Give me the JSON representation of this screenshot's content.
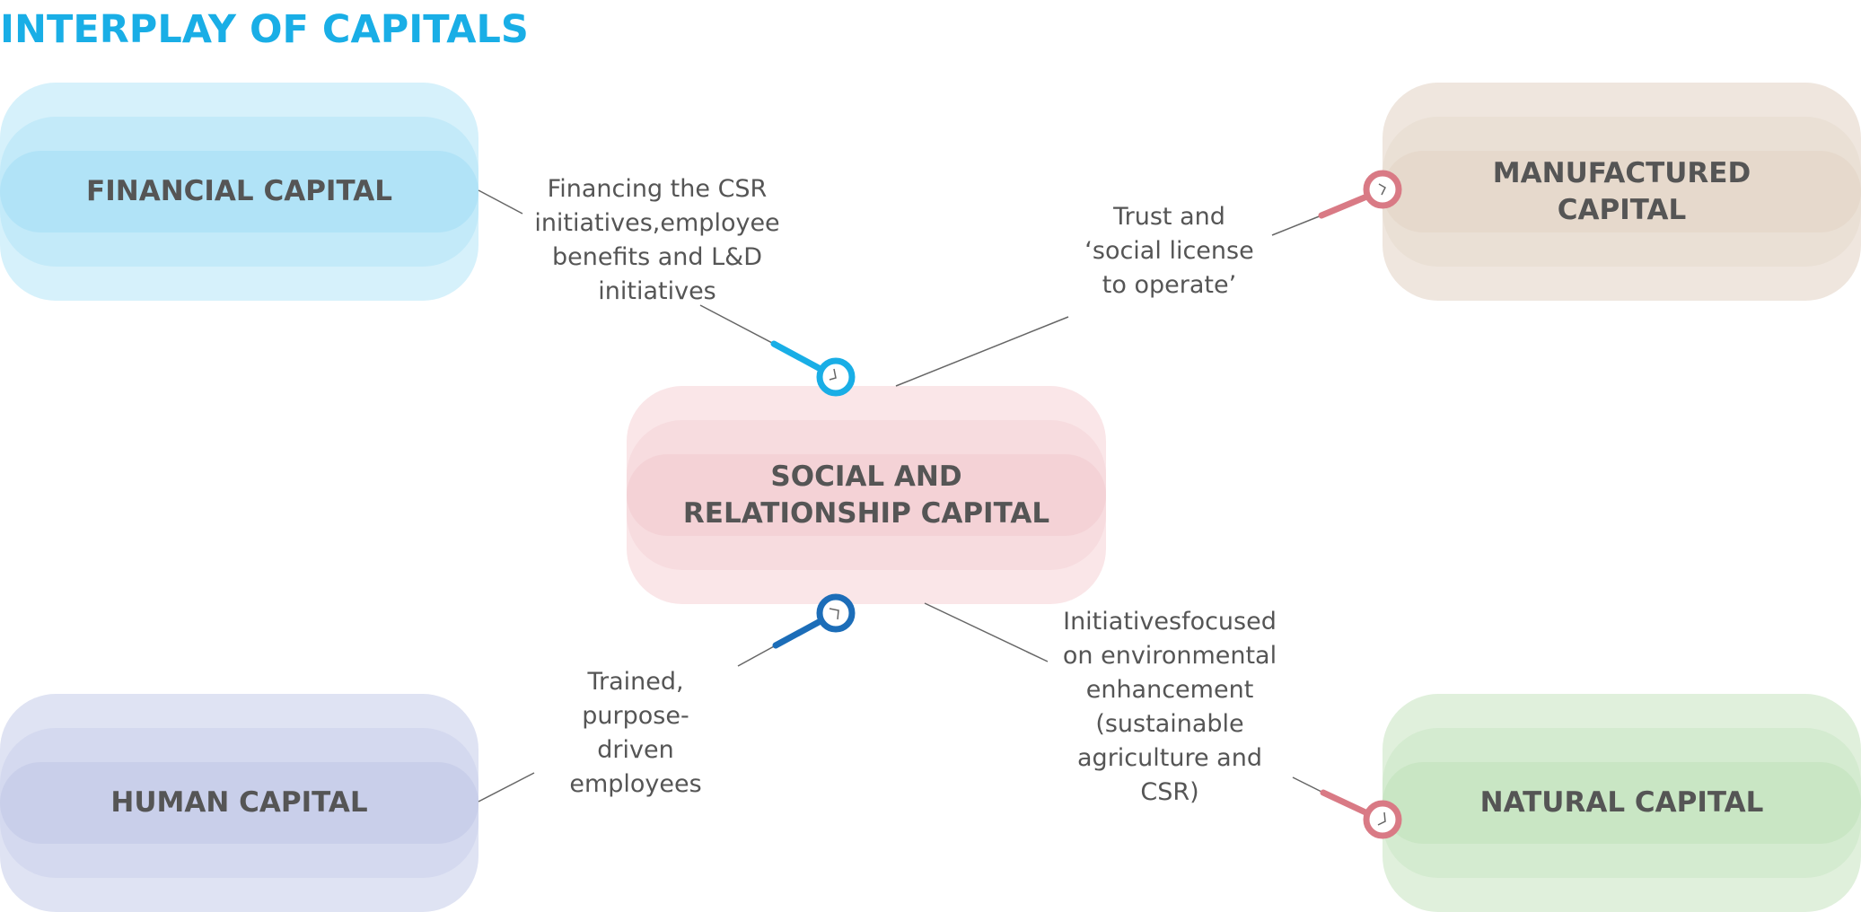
{
  "title": "INTERPLAY OF CAPITALS",
  "colors": {
    "title": "#19aee6",
    "financial": [
      "#d6f1fb",
      "#c3eaf9",
      "#b1e3f7"
    ],
    "manufactured": [
      "#efe6de",
      "#eae0d5",
      "#e6d9cc"
    ],
    "social": [
      "#fae6e8",
      "#f7dcdf",
      "#f4d2d6"
    ],
    "human": [
      "#dfe3f3",
      "#d4d9ef",
      "#c9cfea"
    ],
    "natural": [
      "#e0f0dc",
      "#d4ebd0",
      "#c9e6c4"
    ],
    "connector_blue": "#19aee6",
    "connector_darkblue": "#1c6db8",
    "connector_pink": "#d97a85",
    "line": "#666666"
  },
  "nodes": {
    "financial": "FINANCIAL CAPITAL",
    "manufactured": "MANUFACTURED\nCAPITAL",
    "social": "SOCIAL AND\nRELATIONSHIP CAPITAL",
    "human": "HUMAN CAPITAL",
    "natural": "NATURAL CAPITAL"
  },
  "relations": {
    "financial_social": "Financing the CSR\ninitiatives,employee\nbenefits and L&D\ninitiatives",
    "social_manufactured": "Trust and\n‘social license\nto operate’",
    "human_social": "Trained,\npurpose-\ndriven\nemployees",
    "social_natural": "Initiativesfocused\non environmental\nenhancement\n(sustainable\nagriculture and\nCSR)"
  }
}
